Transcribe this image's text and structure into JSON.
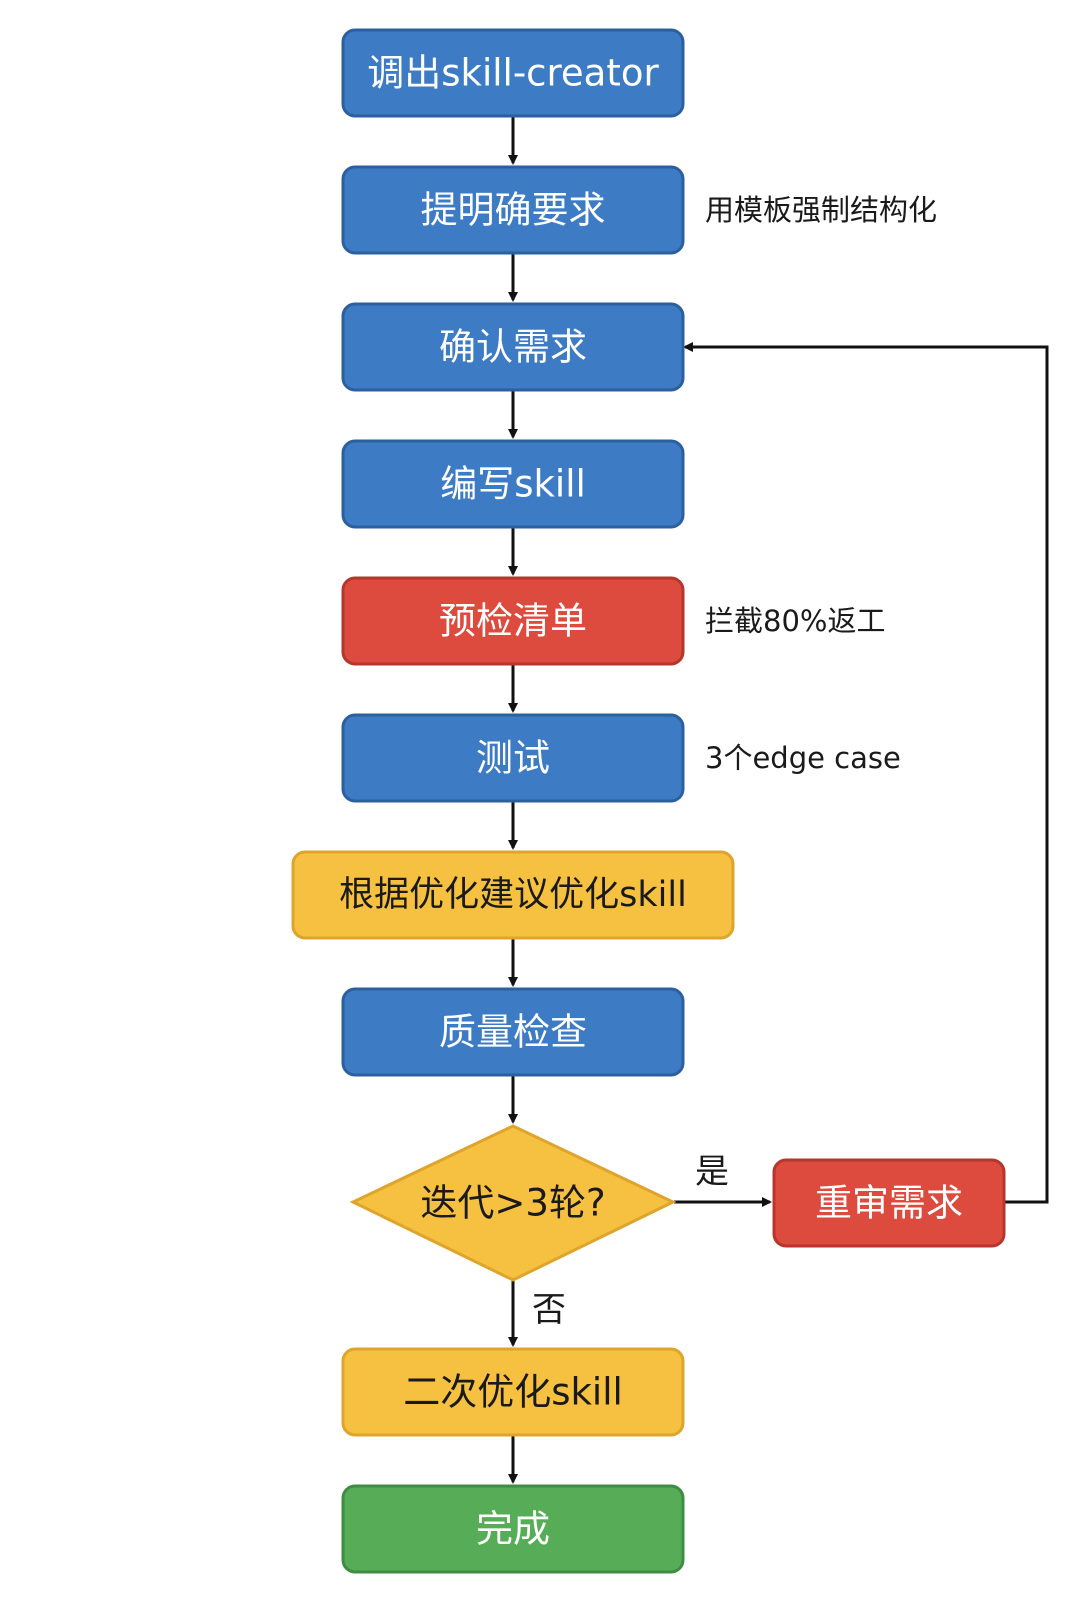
{
  "colors": {
    "blue": "#3d7cc4",
    "blue_border": "#2c5f9e",
    "red": "#dd4b3e",
    "red_border": "#b5362b",
    "yellow": "#f6c040",
    "yellow_border": "#dfa42c",
    "green": "#57ac58",
    "green_border": "#3f8c42",
    "arrow": "#111111"
  },
  "nodes": {
    "summon": "调出skill-creator",
    "requirements": "提明确要求",
    "confirm": "确认需求",
    "write": "编写skill",
    "precheck": "预检清单",
    "test": "测试",
    "optimize": "根据优化建议优化skill",
    "quality": "质量检查",
    "decision": "迭代>3轮?",
    "review": "重审需求",
    "second_opt": "二次优化skill",
    "done": "完成"
  },
  "notes": {
    "requirements": "用模板强制结构化",
    "precheck": "拦截80%返工",
    "test": "3个edge case"
  },
  "edge_labels": {
    "yes": "是",
    "no": "否"
  }
}
